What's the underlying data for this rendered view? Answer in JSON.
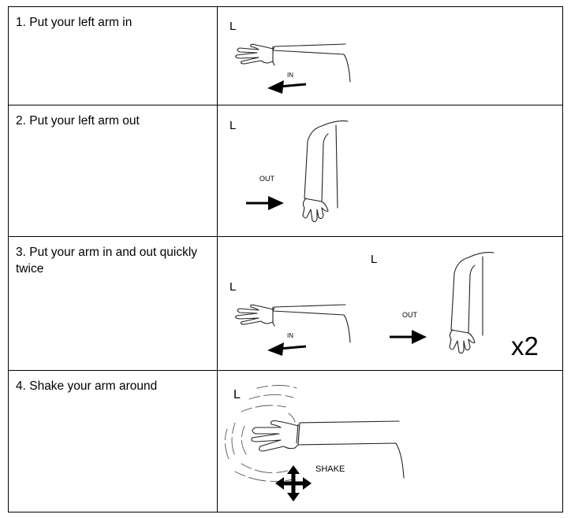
{
  "steps": [
    {
      "text": "1. Put your left arm in",
      "side_label": "L",
      "direction_label": "IN"
    },
    {
      "text": "2. Put your left arm out",
      "side_label": "L",
      "direction_label": "OUT"
    },
    {
      "text": "3. Put your arm in and out quickly twice",
      "side_label_left": "L",
      "side_label_right": "L",
      "in_label": "IN",
      "out_label": "OUT",
      "repeat_label": "x2"
    },
    {
      "text": "4. Shake your arm around",
      "side_label": "L",
      "direction_label": "SHAKE"
    }
  ],
  "icons": [
    "arrow-left-icon",
    "arrow-right-icon",
    "four-way-arrow-icon"
  ]
}
